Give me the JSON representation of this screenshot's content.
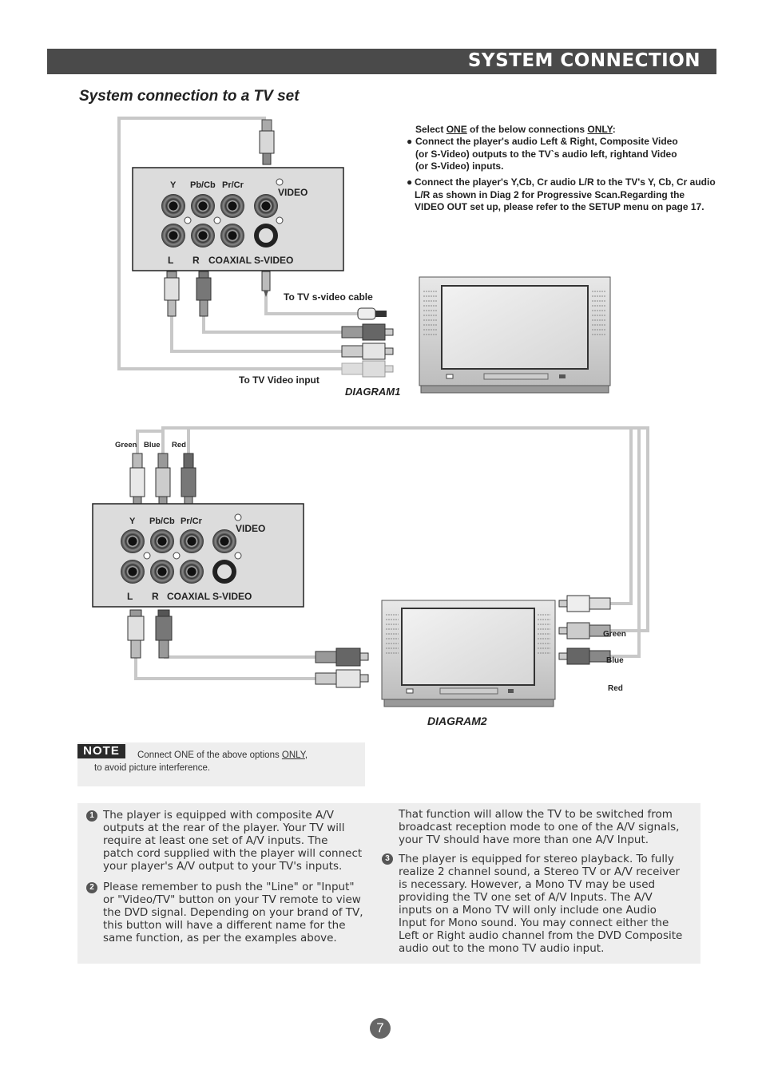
{
  "header": {
    "title": "SYSTEM CONNECTION"
  },
  "section_title": "System connection to a TV set",
  "instructions": {
    "line1_pre": "Select ",
    "line1_one": "ONE",
    "line1_mid": " of the below connections ",
    "line1_only": "ONLY",
    "line1_post": ":",
    "bullet1": [
      "Connect the player's audio Left & Right, Composite Video",
      "(or S-Video) outputs to the TV`s audio left, rightand Video",
      "(or S-Video) inputs."
    ],
    "bullet2": [
      "Connect the player's Y,Cb, Cr audio L/R to the TV's Y, Cb, Cr audio",
      "L/R as shown in Diag 2 for Progressive Scan.Regarding the",
      "VIDEO OUT set up, please refer to the SETUP menu on page 17."
    ]
  },
  "panel_labels": {
    "y": "Y",
    "pbcb": "Pb/Cb",
    "prcr": "Pr/Cr",
    "video": "VIDEO",
    "l": "L",
    "r": "R",
    "coaxial": "COAXIAL",
    "svideo": "S-VIDEO"
  },
  "diagram1": {
    "svideo_cable_label": "To TV s-video cable",
    "video_input_label": "To TV Video input",
    "caption": "DIAGRAM1"
  },
  "diagram2": {
    "plug_labels": {
      "green": "Green",
      "blue": "Blue",
      "red": "Red"
    },
    "side_labels": {
      "green": "Green",
      "blue": "Blue",
      "red": "Red"
    },
    "caption": "DIAGRAM2"
  },
  "note": {
    "badge": "NOTE",
    "line1_pre": "Connect ONE of the above options ",
    "line1_only": "ONLY",
    "line1_post": ",",
    "line2": "to avoid picture interference."
  },
  "info": {
    "item1_num": "1",
    "item1": [
      "The player is equipped with composite A/V",
      "outputs at the rear of the player. Your TV will",
      "require at least one set of A/V inputs. The",
      "patch cord supplied with the player will connect",
      "your player's A/V output to your TV's inputs."
    ],
    "item2_num": "2",
    "item2": [
      "Please remember to push the \"Line\" or \"Input\"",
      "or \"Video/TV\" button on your TV remote to view",
      "the DVD signal. Depending on your brand of TV,",
      "this button will have a different name for the",
      "same function, as per the examples above."
    ],
    "col2_intro": [
      "That function will allow the TV to be switched from",
      "broadcast reception mode to one of the A/V signals,",
      " your TV should have more than one A/V Input."
    ],
    "item3_num": "3",
    "item3": [
      "The player is equipped for stereo playback. To fully",
      "realize 2 channel sound, a Stereo TV or A/V receiver",
      "is necessary. However, a Mono TV may be used",
      "providing the TV  one set of A/V Inputs. The A/V",
      "inputs on a Mono TV will only include one Audio",
      "Input for Mono sound. You may connect either the",
      "Left or Right audio channel from the DVD Composite",
      "audio out to the mono TV audio input."
    ]
  },
  "page_number": "7"
}
